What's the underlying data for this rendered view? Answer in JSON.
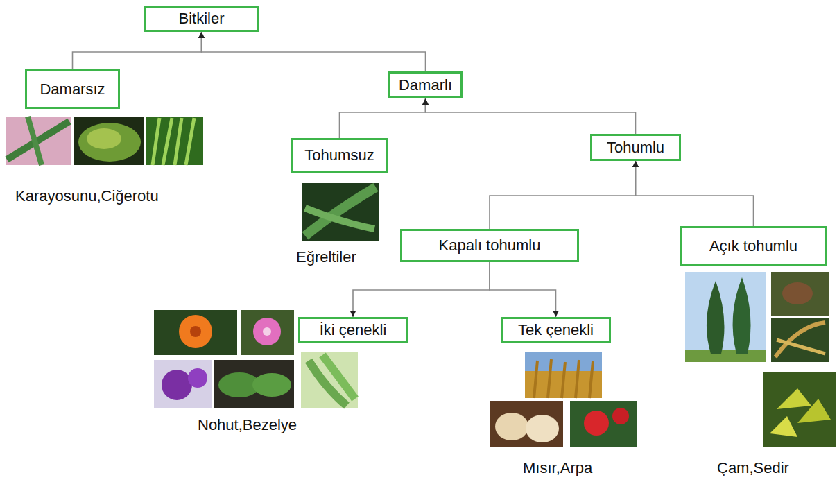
{
  "diagram": {
    "nodes": [
      {
        "text": [
          "Bitkiler"
        ]
      },
      {
        "text": [
          "Damarsız"
        ]
      },
      {
        "text": [
          "Damarlı"
        ]
      },
      {
        "text": [
          "Tohumsuz"
        ]
      },
      {
        "text": [
          "Tohumlu"
        ]
      },
      {
        "text": [
          "Kapalı tohumlu"
        ]
      },
      {
        "text": [
          "Açık tohumlu"
        ]
      },
      {
        "text": [
          "İki çenekli"
        ]
      },
      {
        "text": [
          "Tek çenekli"
        ]
      }
    ],
    "edges": [
      {
        "from": 1,
        "to": 0,
        "arrow": "to"
      },
      {
        "from": 2,
        "to": 0,
        "arrow": "to"
      },
      {
        "from": 3,
        "to": 2,
        "arrow": "to"
      },
      {
        "from": 4,
        "to": 2,
        "arrow": "to"
      },
      {
        "from": 5,
        "to": 4,
        "arrow": "to"
      },
      {
        "from": 6,
        "to": 4,
        "arrow": "to"
      },
      {
        "from": 5,
        "to": 7,
        "arrow": "to"
      },
      {
        "from": 5,
        "to": 8,
        "arrow": "to"
      }
    ],
    "labels": [
      "Karayosunu,Ciğerotu",
      "Eğreltiler",
      "Nohut,Bezelye",
      "Mısır,Arpa",
      "Çam,Sedir"
    ]
  }
}
